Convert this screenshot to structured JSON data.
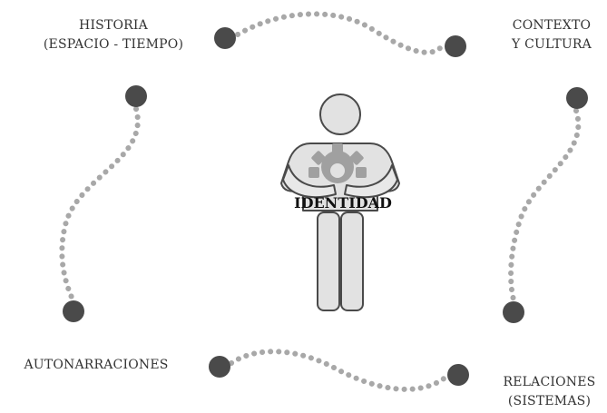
{
  "labels": {
    "top_left": [
      "HISTORIA",
      "(ESPACIO - TIEMPO)"
    ],
    "top_right": [
      "CONTEXTO",
      "Y CULTURA"
    ],
    "bottom_left": [
      "AUTONARRACIONES"
    ],
    "bottom_right": [
      "RELACIONES",
      "(SISTEMAS)"
    ]
  },
  "center": {
    "label": "IDENTIDAD"
  },
  "colors": {
    "node": "#4a4a4a",
    "dots": "#a8a8a8",
    "figure_fill": "#e2e2e2",
    "figure_stroke": "#4a4a4a",
    "gear": "#a0a0a0"
  },
  "icons": {
    "figure": "person-icon",
    "gear": "gear-icon"
  }
}
